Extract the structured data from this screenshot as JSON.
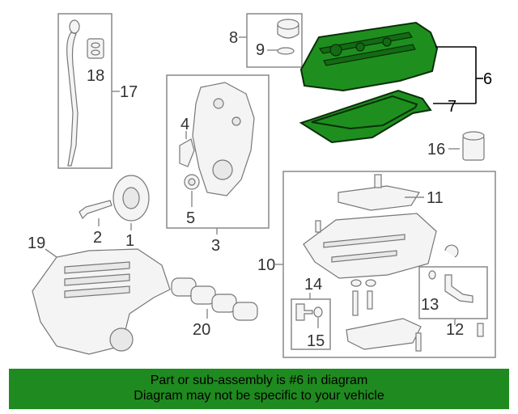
{
  "callouts": {
    "c1": "1",
    "c2": "2",
    "c3": "3",
    "c4": "4",
    "c5": "5",
    "c6": "6",
    "c7": "7",
    "c8": "8",
    "c9": "9",
    "c10": "10",
    "c11": "11",
    "c12": "12",
    "c13": "13",
    "c14": "14",
    "c15": "15",
    "c16": "16",
    "c17": "17",
    "c18": "18",
    "c19": "19",
    "c20": "20"
  },
  "banner": {
    "line1": "Part or sub-assembly is #6 in diagram",
    "line2": "Diagram may not be specific to your vehicle",
    "background": "#1f8a1f"
  },
  "highlight_color": "#1e8f1e"
}
